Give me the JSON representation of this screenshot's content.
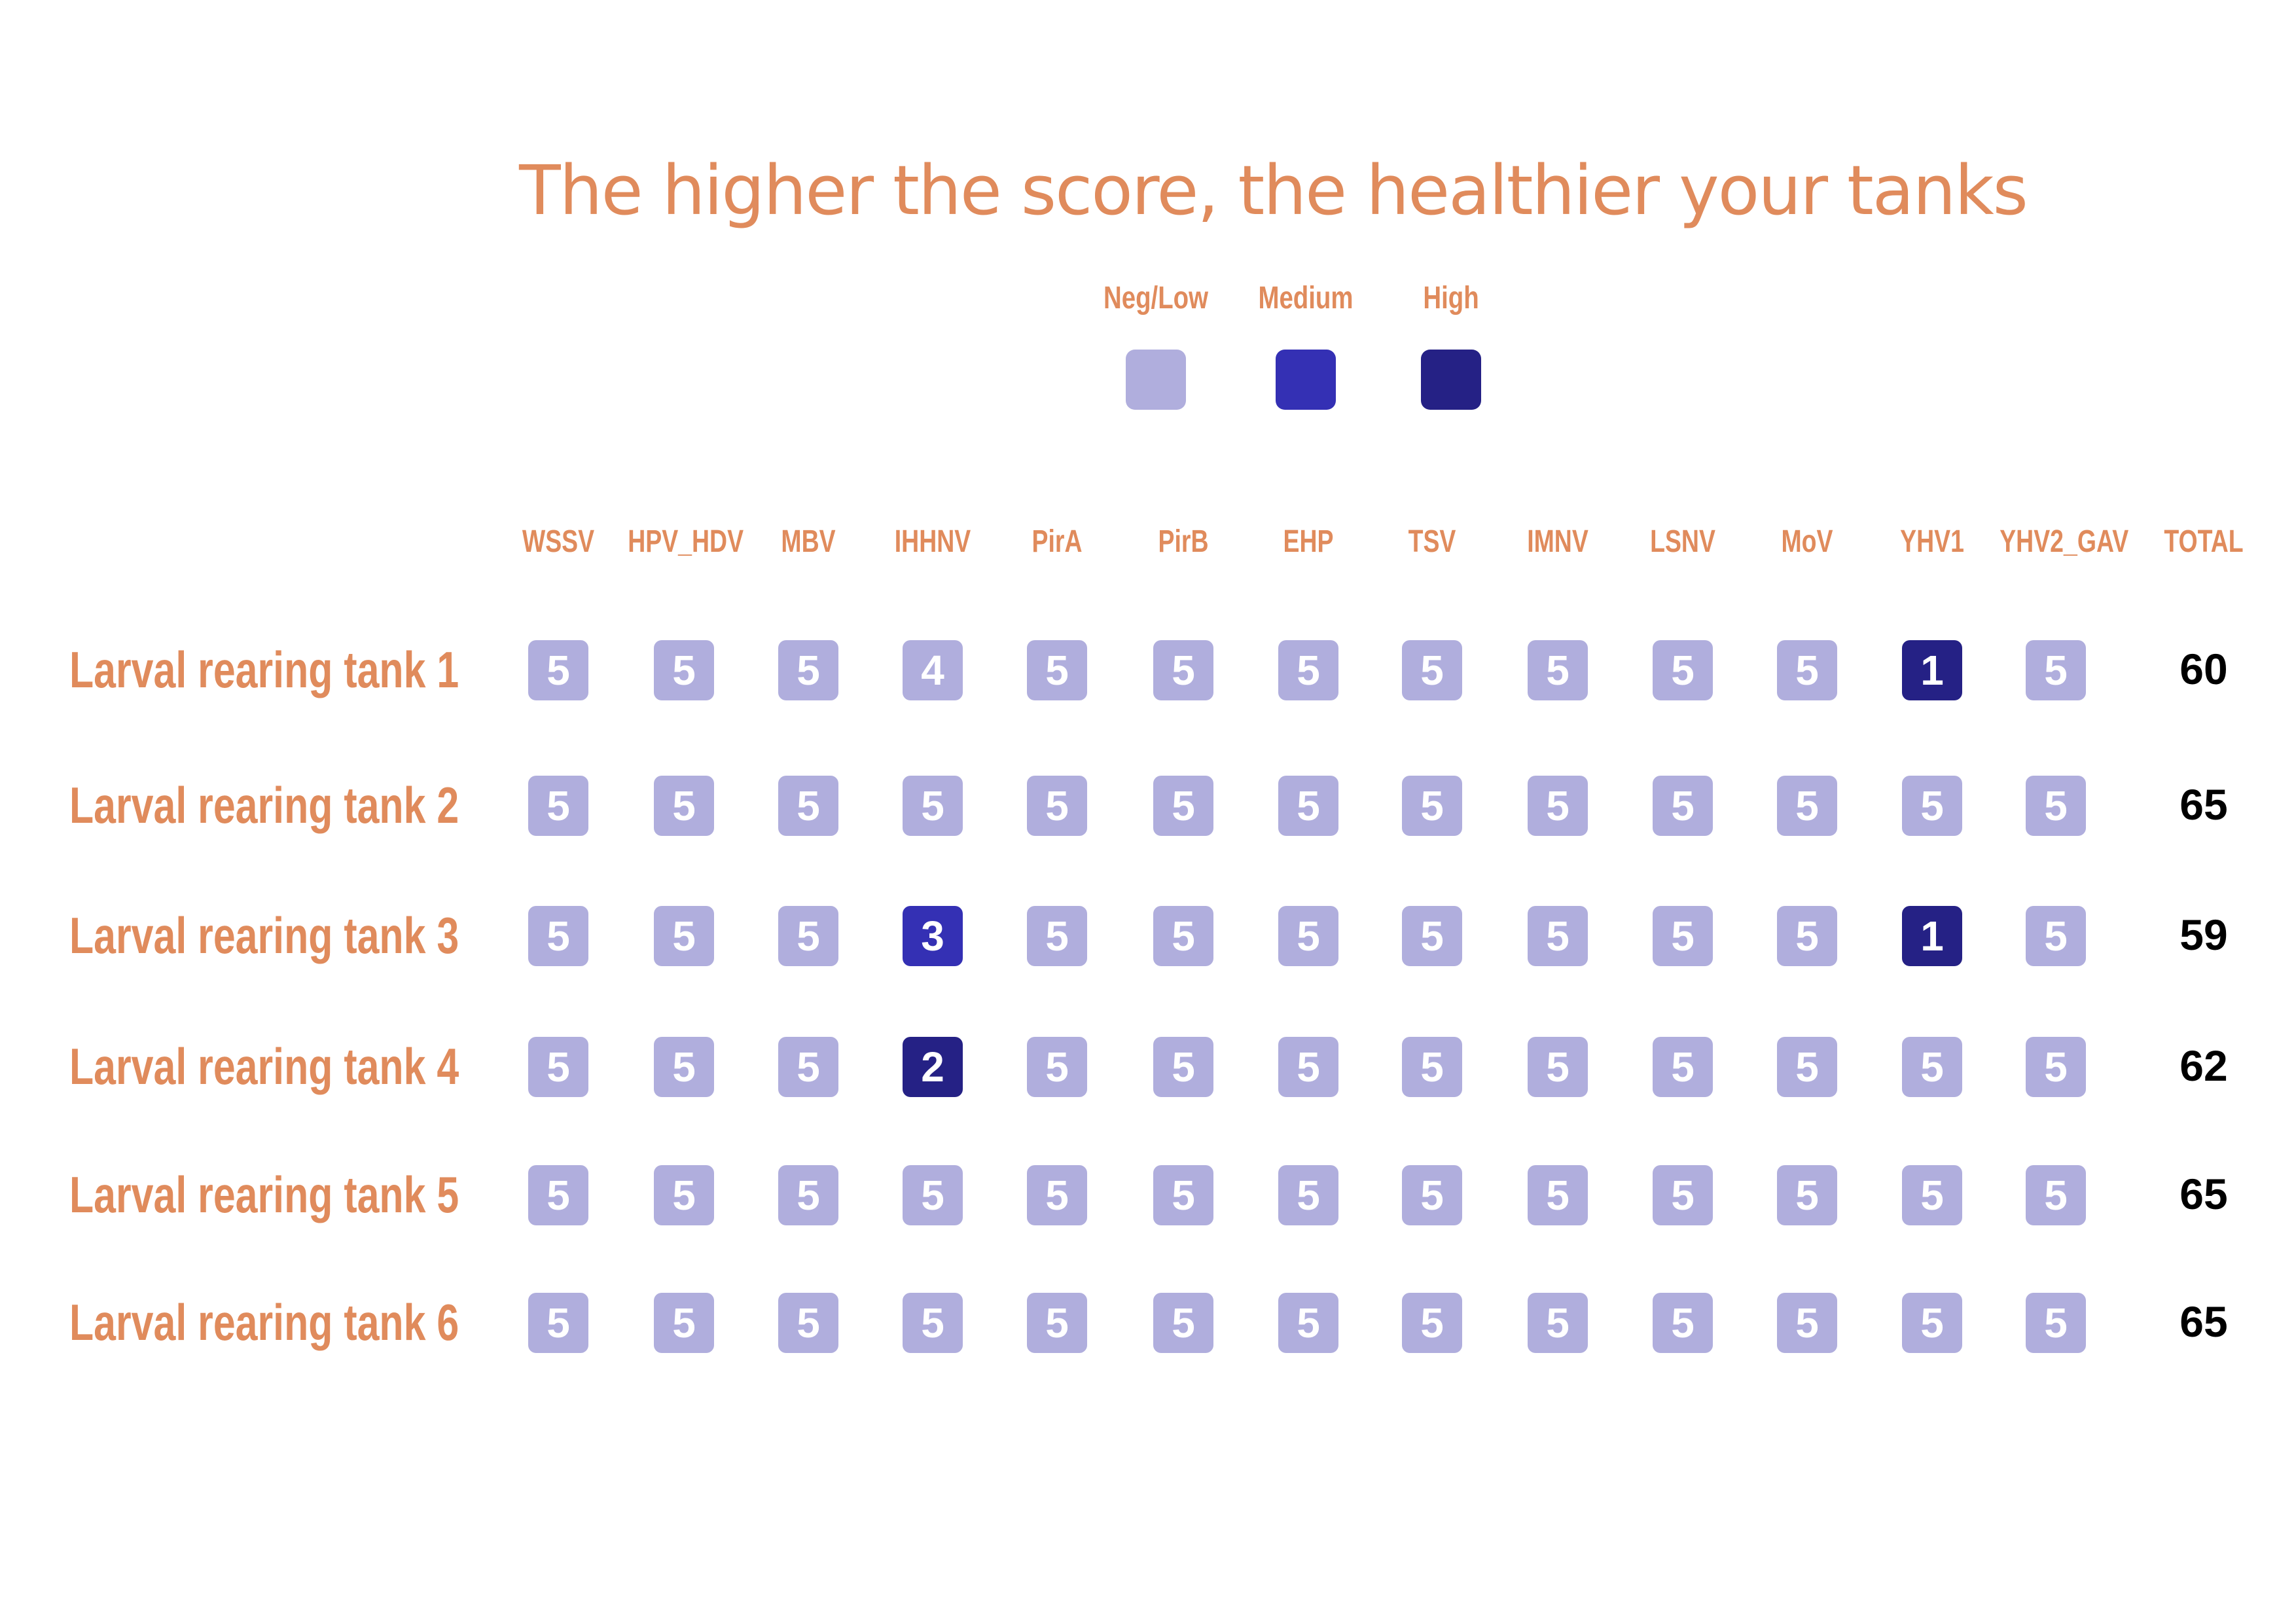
{
  "chart_data": {
    "type": "heatmap",
    "title": "The higher the score, the healthier your tanks",
    "legend": [
      {
        "label": "Neg/Low",
        "color": "#b0aedd"
      },
      {
        "label": "Medium",
        "color": "#3430b4"
      },
      {
        "label": "High",
        "color": "#252185"
      }
    ],
    "columns": [
      "WSSV",
      "HPV_HDV",
      "MBV",
      "IHHNV",
      "PirA",
      "PirB",
      "EHP",
      "TSV",
      "IMNV",
      "LSNV",
      "MoV",
      "YHV1",
      "YHV2_GAV",
      "TOTAL"
    ],
    "rows": [
      {
        "label": "Larval rearing tank 1",
        "values": [
          5,
          5,
          5,
          4,
          5,
          5,
          5,
          5,
          5,
          5,
          5,
          1,
          5
        ],
        "total": 60
      },
      {
        "label": "Larval rearing tank 2",
        "values": [
          5,
          5,
          5,
          5,
          5,
          5,
          5,
          5,
          5,
          5,
          5,
          5,
          5
        ],
        "total": 65
      },
      {
        "label": "Larval rearing tank 3",
        "values": [
          5,
          5,
          5,
          3,
          5,
          5,
          5,
          5,
          5,
          5,
          5,
          1,
          5
        ],
        "total": 59
      },
      {
        "label": "Larval rearing tank 4",
        "values": [
          5,
          5,
          5,
          2,
          5,
          5,
          5,
          5,
          5,
          5,
          5,
          5,
          5
        ],
        "total": 62
      },
      {
        "label": "Larval rearing tank 5",
        "values": [
          5,
          5,
          5,
          5,
          5,
          5,
          5,
          5,
          5,
          5,
          5,
          5,
          5
        ],
        "total": 65
      },
      {
        "label": "Larval rearing tank 6",
        "values": [
          5,
          5,
          5,
          5,
          5,
          5,
          5,
          5,
          5,
          5,
          5,
          5,
          5
        ],
        "total": 65
      }
    ],
    "cell_levels": {
      "1": "High",
      "2": "High",
      "3": "Medium",
      "4": "Neg/Low",
      "5": "Neg/Low"
    }
  }
}
